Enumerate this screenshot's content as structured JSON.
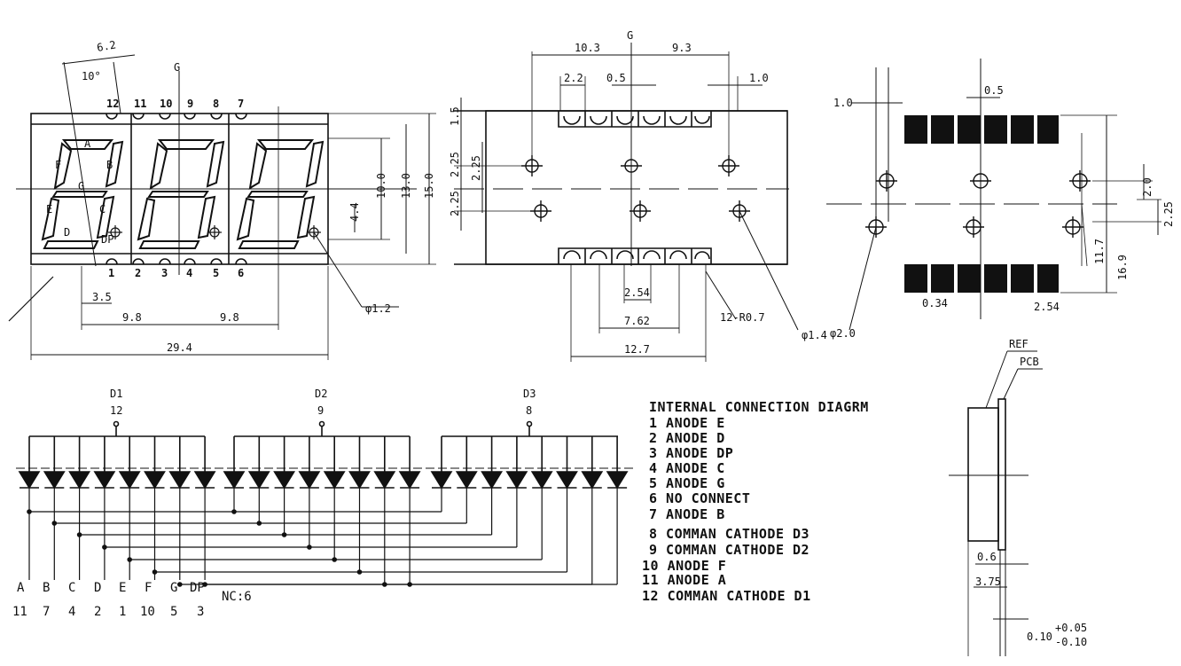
{
  "front_view": {
    "top_pins": [
      "12",
      "11",
      "10",
      "9",
      "8",
      "7"
    ],
    "bottom_pins": [
      "1",
      "2",
      "3",
      "4",
      "5",
      "6"
    ],
    "segment_labels": {
      "a": "A",
      "b": "B",
      "c": "C",
      "d": "D",
      "e": "E",
      "f": "F",
      "g": "G",
      "dp": "DP"
    },
    "dims": {
      "width_top": "6.2",
      "angle": "10°",
      "center_mark": "G",
      "h_inner": "4.4",
      "h_digit": "10.0",
      "h_body": "13.0",
      "h_total": "15.0",
      "pin_offset": "3.5",
      "pitch_1": "9.8",
      "pitch_2": "9.8",
      "total_width": "29.4",
      "hole_dia": "φ1.2"
    }
  },
  "back_view": {
    "dims": {
      "center_mark": "G",
      "left": "10.3",
      "right": "9.3",
      "pad_w": "2.2",
      "pad_gap": "0.5",
      "right_gap": "1.0",
      "top": "1.5",
      "v1": "2.25",
      "v2": "2.25",
      "v3": "2.25",
      "pitch": "2.54",
      "span_1": "7.62",
      "span_2": "12.7",
      "radius": "12-R0.7",
      "hole_1": "φ1.4",
      "hole_2": "φ2.0"
    }
  },
  "footprint_view": {
    "dims": {
      "left": "1.0",
      "pad_gap": "0.5",
      "v_small": "2.0",
      "v_right": "2.25",
      "h_1": "11.7",
      "h_2": "16.9",
      "pad_1": "0.34",
      "pad_2": "2.54"
    }
  },
  "circuit": {
    "digits": [
      {
        "name": "D1",
        "pin": "12"
      },
      {
        "name": "D2",
        "pin": "9"
      },
      {
        "name": "D3",
        "pin": "8"
      }
    ],
    "bottom_labels": [
      "A",
      "B",
      "C",
      "D",
      "E",
      "F",
      "G",
      "DP"
    ],
    "bottom_pins": [
      "11",
      "7",
      "4",
      "2",
      "1",
      "10",
      "5",
      "3"
    ],
    "nc_label": "NC:6"
  },
  "legend": {
    "title": "INTERNAL CONNECTION DIAGRM",
    "items": [
      "1 ANODE E",
      "2 ANODE D",
      "3 ANODE DP",
      "4 ANODE C",
      "5 ANODE G",
      "6 NO CONNECT",
      "7 ANODE B",
      "8 COMMAN CATHODE D3",
      "9 COMMAN CATHODE D2",
      "10 ANODE F",
      "11 ANODE A",
      "12 COMMAN CATHODE D1"
    ]
  },
  "side_view": {
    "ref": "REF",
    "pcb": "PCB",
    "d1": "0.6",
    "d2": "3.75",
    "tol_base": "0.10",
    "tol_plus": "+0.05",
    "tol_minus": "-0.10"
  }
}
